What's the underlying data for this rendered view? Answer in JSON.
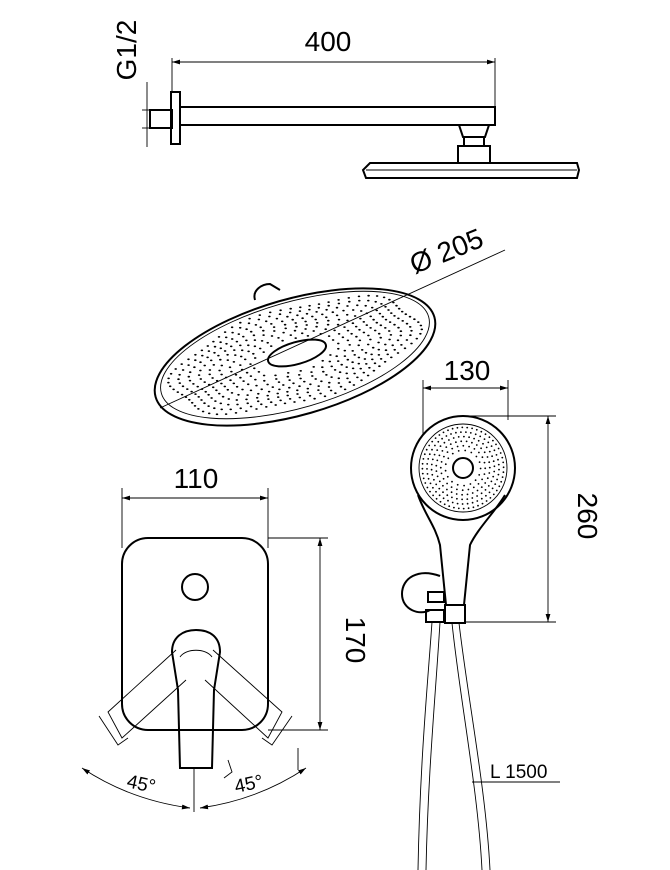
{
  "dimensions": {
    "arm_length": "400",
    "thread": "G1/2",
    "head_diameter": "Ø 205",
    "hand_shower_width": "130",
    "hand_shower_length": "260",
    "plate_width": "110",
    "plate_height": "170",
    "angle_left": "45°",
    "angle_right": "45°",
    "hose_length": "L 1500"
  }
}
